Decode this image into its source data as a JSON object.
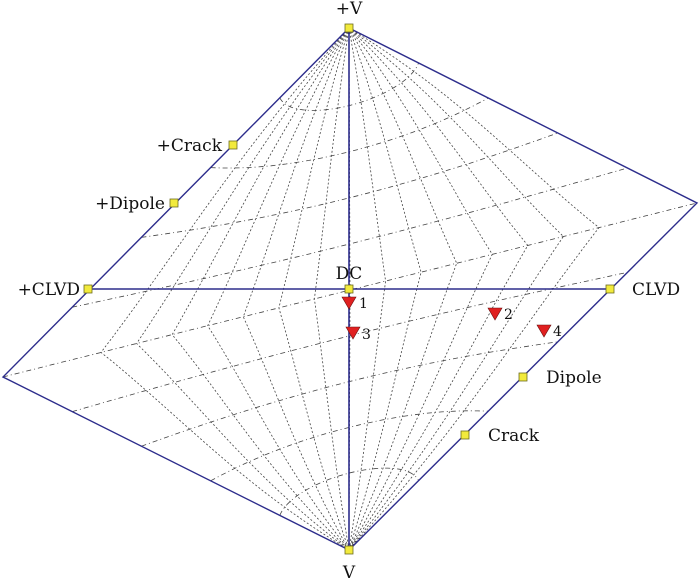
{
  "diagram": {
    "labels": {
      "plus_v": "+V",
      "minus_v": "V",
      "plus_clvd": "+CLVD",
      "minus_clvd": "CLVD",
      "dc": "DC",
      "plus_crack": "+Crack",
      "plus_dipole": "+Dipole",
      "minus_dipole": "Dipole",
      "minus_crack": "Crack"
    },
    "events": [
      {
        "label": "1"
      },
      {
        "label": "2"
      },
      {
        "label": "3"
      },
      {
        "label": "4"
      }
    ],
    "colors": {
      "edge": "#2d2d8c",
      "marker": "#f2ea3c",
      "event": "#e02020"
    }
  }
}
